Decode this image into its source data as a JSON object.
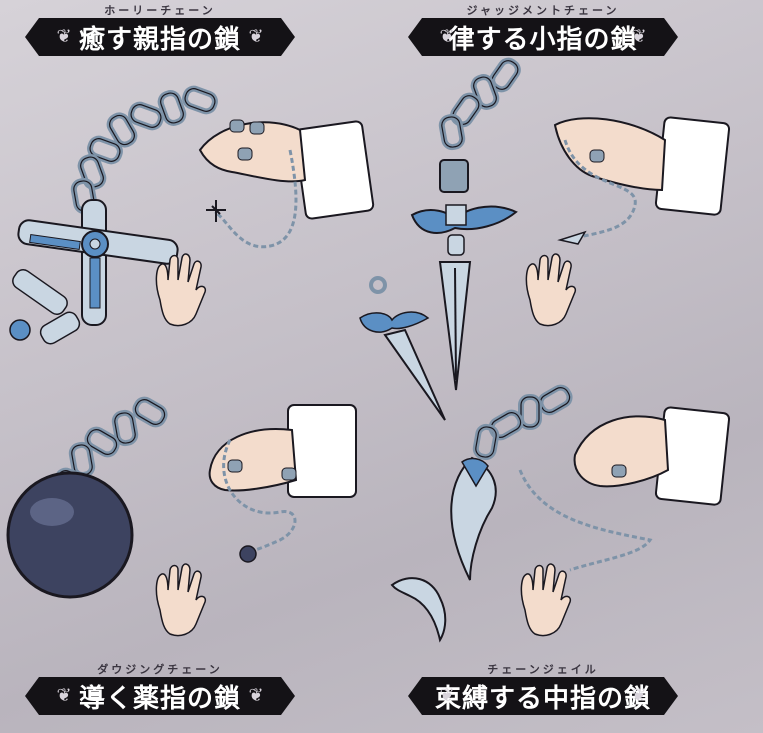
{
  "labels": [
    {
      "ruby": "ホーリーチェーン",
      "title": "癒す親指の鎖"
    },
    {
      "ruby": "ジャッジメントチェーン",
      "title": "律する小指の鎖"
    },
    {
      "ruby": "ダウジングチェーン",
      "title": "導く薬指の鎖"
    },
    {
      "ruby": "チェーンジェイル",
      "title": "束縛する中指の鎖"
    }
  ],
  "colors": {
    "chain": "#8fa2b4",
    "steel": "#c9d6e2",
    "blue": "#5b8fc4",
    "ball": "#3d4360",
    "skin": "#f3dccc",
    "sleeve": "#ffffff",
    "ink": "#1a1820"
  },
  "icons": [
    "ornament-flourish-icon"
  ]
}
